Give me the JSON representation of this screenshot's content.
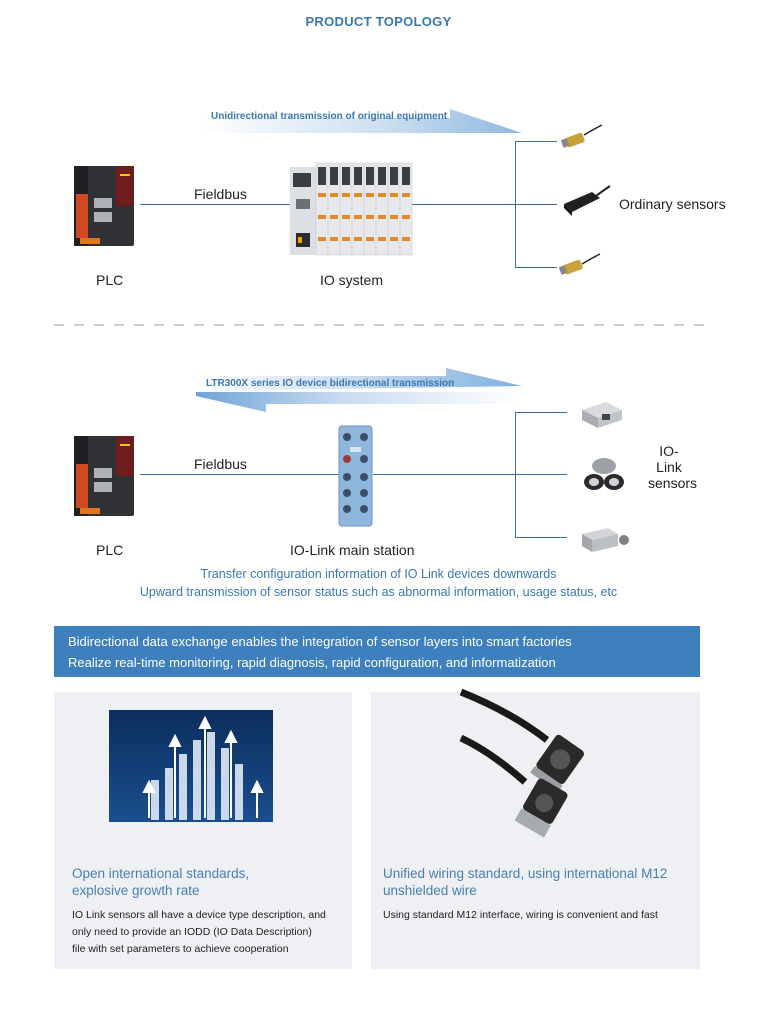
{
  "title": "PRODUCT TOPOLOGY",
  "top": {
    "arrow_label": "Unidirectional transmission of original equipment",
    "fieldbus": "Fieldbus",
    "plc": "PLC",
    "io_system": "IO system",
    "sensors": "Ordinary sensors"
  },
  "bottom": {
    "arrow_label": "LTR300X series IO device bidirectional transmission",
    "fieldbus": "Fieldbus",
    "plc": "PLC",
    "main_station": "IO-Link main station",
    "sensors_line1": "IO-Link",
    "sensors_line2": "sensors",
    "note_line1": "Transfer configuration information of IO Link devices downwards",
    "note_line2": "Upward transmission of sensor status such as abnormal information, usage status, etc"
  },
  "banner": {
    "line1": "Bidirectional data exchange enables the integration of sensor layers into smart factories",
    "line2": "Realize real-time monitoring, rapid diagnosis, rapid configuration, and informatization"
  },
  "cards": [
    {
      "title_line1": "Open international standards,",
      "title_line2": "explosive growth rate",
      "text_line1": "IO Link sensors all have a device type description, and",
      "text_line2": "only need to provide an IODD (IO Data Description)",
      "text_line3": "file with set parameters to achieve cooperation"
    },
    {
      "title_line1": "Unified wiring standard, using international M12",
      "title_line2": "unshielded wire",
      "text_line1": "Using standard M12 interface, wiring is convenient and fast"
    }
  ],
  "colors": {
    "accent": "#3a78b0",
    "banner": "#3d80bd",
    "card_bg": "#eef0f3",
    "line": "#3c6f9a"
  }
}
